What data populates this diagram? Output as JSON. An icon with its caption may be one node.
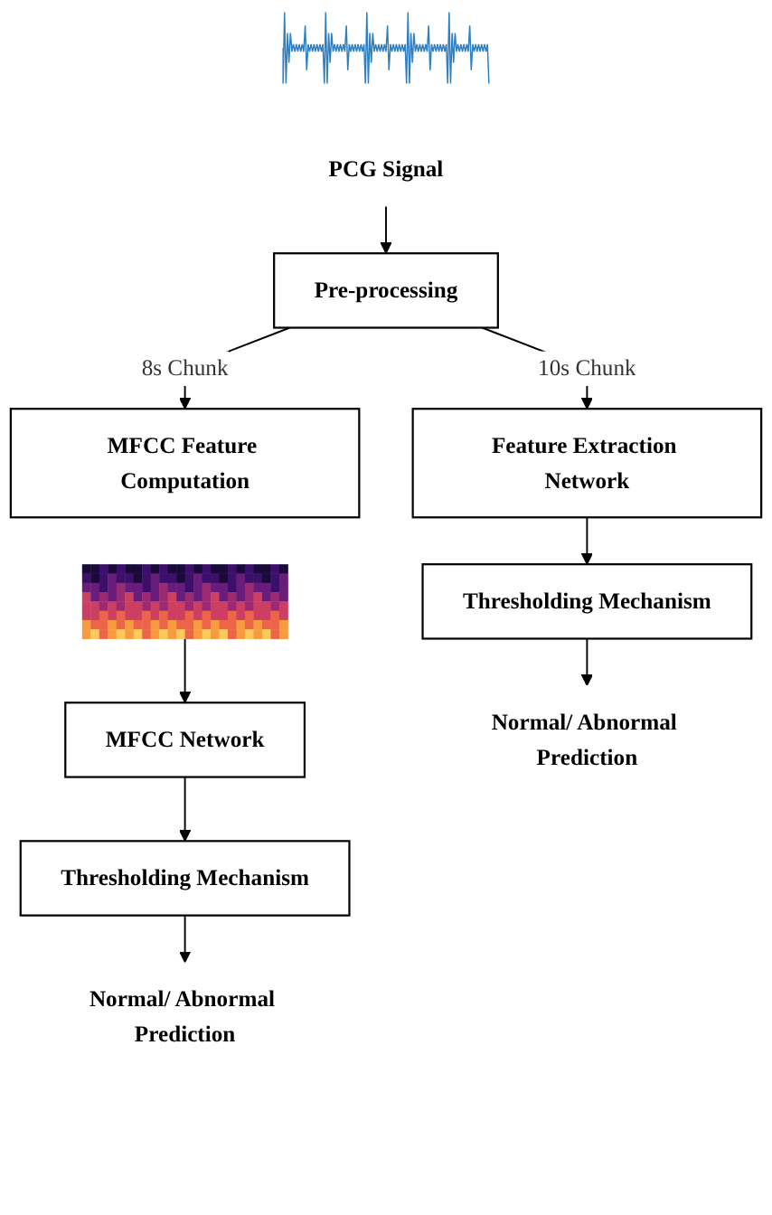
{
  "diagram": {
    "nodes": [
      {
        "text": [],
        "shape": "picture"
      },
      {
        "text": [
          "PCG Signal"
        ]
      },
      {
        "text": [
          "Pre-processing"
        ]
      },
      {
        "text": [
          "MFCC Feature Computation"
        ]
      },
      {
        "text": [],
        "shape": "picture"
      },
      {
        "text": [
          "MFCC Network"
        ]
      },
      {
        "text": [
          "Thresholding Mechanism"
        ]
      },
      {
        "text": [
          "Normal/ Abnormal Prediction"
        ]
      },
      {
        "text": [
          "Feature Extraction Network"
        ]
      },
      {
        "text": [
          "Thresholding Mechanism"
        ]
      },
      {
        "text": [
          "Normal/ Abnormal Prediction"
        ]
      }
    ],
    "edges": [
      {
        "from": 1,
        "to": 2,
        "arrow": "to"
      },
      {
        "from": 2,
        "to": 3,
        "label": "8s Chunk",
        "arrow": "to"
      },
      {
        "from": 2,
        "to": 8,
        "label": "10s Chunk",
        "arrow": "to"
      },
      {
        "from": 4,
        "to": 5,
        "arrow": "to"
      },
      {
        "from": 5,
        "to": 6,
        "arrow": "to"
      },
      {
        "from": 6,
        "to": 7,
        "arrow": "to"
      },
      {
        "from": 8,
        "to": 9,
        "arrow": "to"
      },
      {
        "from": 9,
        "to": 10,
        "arrow": "to"
      }
    ]
  }
}
